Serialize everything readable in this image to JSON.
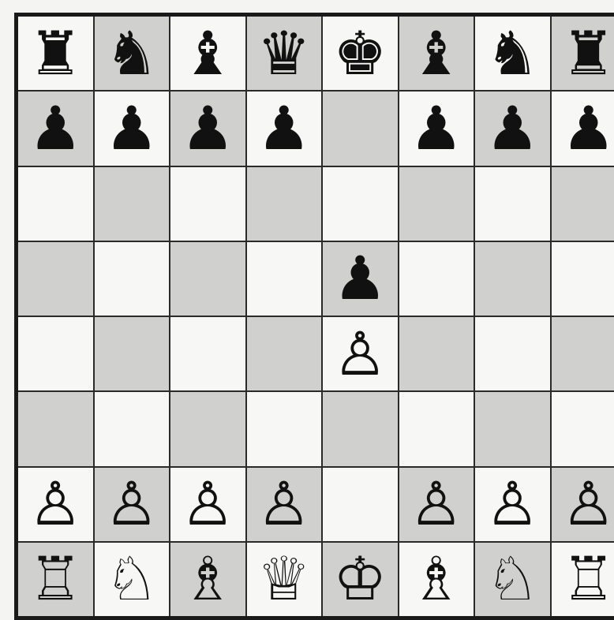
{
  "board": {
    "colors": {
      "light": "#f7f7f5",
      "dark": "#d0d0ce",
      "lines": "#2a2a2a",
      "border": "#1a1a1a"
    },
    "ranks": [
      [
        "black-rook",
        "black-knight",
        "black-bishop",
        "black-queen",
        "black-king",
        "black-bishop",
        "black-knight",
        "black-rook"
      ],
      [
        "black-pawn",
        "black-pawn",
        "black-pawn",
        "black-pawn",
        "",
        "black-pawn",
        "black-pawn",
        "black-pawn"
      ],
      [
        "",
        "",
        "",
        "",
        "",
        "",
        "",
        ""
      ],
      [
        "",
        "",
        "",
        "",
        "black-pawn",
        "",
        "",
        ""
      ],
      [
        "",
        "",
        "",
        "",
        "white-pawn",
        "",
        "",
        ""
      ],
      [
        "",
        "",
        "",
        "",
        "",
        "",
        "",
        ""
      ],
      [
        "white-pawn",
        "white-pawn",
        "white-pawn",
        "white-pawn",
        "",
        "white-pawn",
        "white-pawn",
        "white-pawn"
      ],
      [
        "white-rook",
        "white-knight",
        "white-bishop",
        "white-queen",
        "white-king",
        "white-bishop",
        "white-knight",
        "white-rook"
      ]
    ]
  }
}
